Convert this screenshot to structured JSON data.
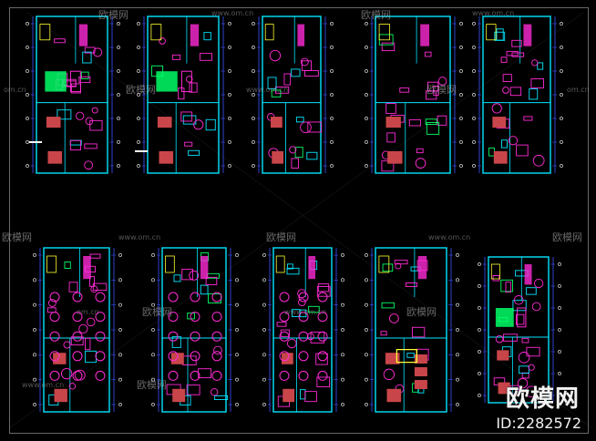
{
  "watermark": {
    "brand": "欧模网",
    "url": "www.om.cn",
    "short_url": "om.cn"
  },
  "badge": {
    "brand": "欧模网",
    "id_text": "ID:2282572"
  },
  "colors": {
    "background": "#000000",
    "wall": "#00e5ff",
    "furniture": "#ff2bd6",
    "accent": "#00ff66",
    "brick": "#c8454a",
    "dim": "#3b53ff",
    "line": "#ffffff",
    "yellow": "#ffff33"
  },
  "sheets": [
    {
      "row": 1,
      "index": 1
    },
    {
      "row": 1,
      "index": 2
    },
    {
      "row": 1,
      "index": 3
    },
    {
      "row": 1,
      "index": 4
    },
    {
      "row": 1,
      "index": 5
    },
    {
      "row": 2,
      "index": 1
    },
    {
      "row": 2,
      "index": 2
    },
    {
      "row": 2,
      "index": 3
    },
    {
      "row": 2,
      "index": 4
    },
    {
      "row": 2,
      "index": 5
    }
  ]
}
